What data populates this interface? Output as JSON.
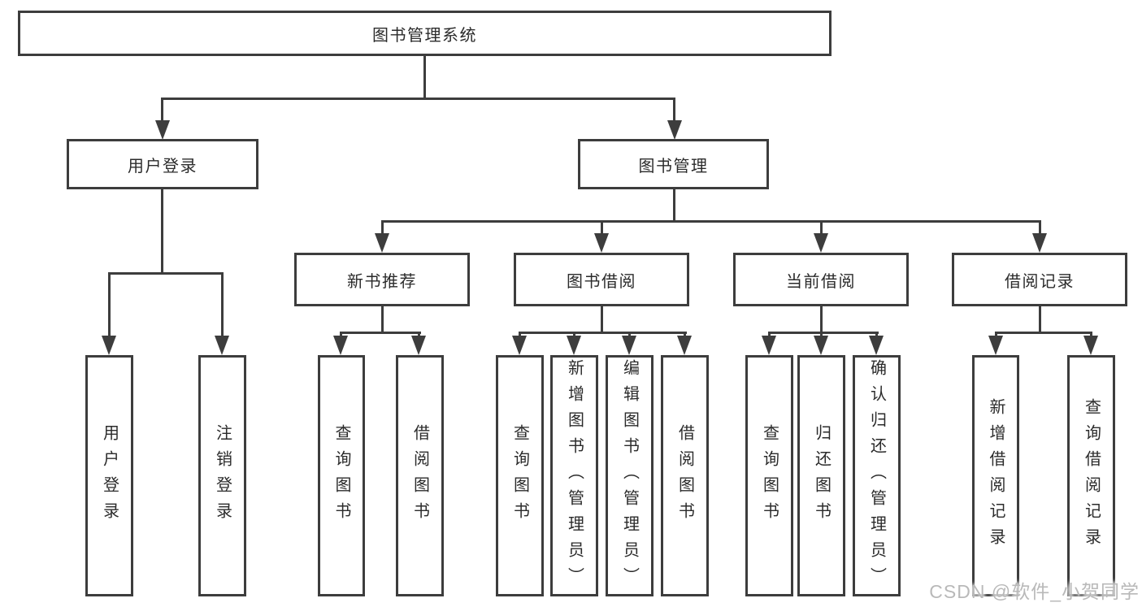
{
  "diagram_title": "图书管理系统",
  "tree": {
    "label": "图书管理系统",
    "children": [
      {
        "label": "用户登录",
        "children": [
          {
            "label": "用户登录"
          },
          {
            "label": "注销登录"
          }
        ]
      },
      {
        "label": "图书管理",
        "children": [
          {
            "label": "新书推荐",
            "children": [
              {
                "label": "查询图书"
              },
              {
                "label": "借阅图书"
              }
            ]
          },
          {
            "label": "图书借阅",
            "children": [
              {
                "label": "查询图书"
              },
              {
                "label": "新增图书（管理员）"
              },
              {
                "label": "编辑图书（管理员）"
              },
              {
                "label": "借阅图书"
              }
            ]
          },
          {
            "label": "当前借阅",
            "children": [
              {
                "label": "查询图书"
              },
              {
                "label": "归还图书"
              },
              {
                "label": "确认归还（管理员）"
              }
            ]
          },
          {
            "label": "借阅记录",
            "children": [
              {
                "label": "新增借阅记录"
              },
              {
                "label": "查询借阅记录"
              }
            ]
          }
        ]
      }
    ]
  },
  "watermark": {
    "text": "CSDN @软件_小贺同学",
    "color": "#b9b9b9"
  },
  "colors": {
    "line": "#3d3d3d",
    "box_border": "#3d3d3d",
    "box_fill": "#ffffff",
    "text": "#2b2b2b",
    "background": "#ffffff"
  }
}
